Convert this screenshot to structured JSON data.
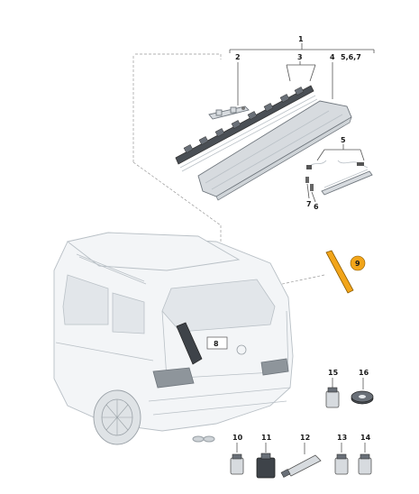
{
  "callouts": {
    "c1": "1",
    "c2": "2",
    "c3": "3",
    "c4": "4",
    "c567": "5,6,7",
    "c5": "5",
    "c6": "6",
    "c7": "7",
    "c8": "8",
    "c9": "9",
    "c10": "10",
    "c11": "11",
    "c12": "12",
    "c13": "13",
    "c14": "14",
    "c15": "15",
    "c16": "16"
  },
  "colors": {
    "highlight_part": "#f2a51a",
    "line": "#555555",
    "car_outline": "#b9c0c6"
  }
}
